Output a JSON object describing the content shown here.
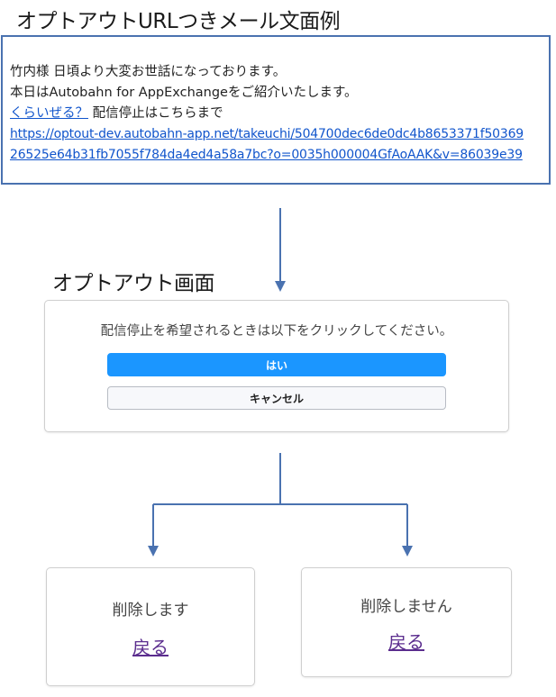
{
  "email_section": {
    "heading": "オプトアウトURLつきメール文面例",
    "greeting": "竹内様 日頃より大変お世話になっております。",
    "intro": "本日はAutobahn for AppExchangeをご紹介いたします。",
    "link_text": "くらいぜる？",
    "stop_text": " 配信停止はこちらまで",
    "url_line1": "https://optout-dev.autobahn-app.net/takeuchi/504700dec6de0dc4b8653371f50369",
    "url_line2": "26525e64b31fb7055f784da4ed4a58a7bc?o=0035h000004GfAoAAK&v=86039e39"
  },
  "optout_section": {
    "heading": "オプトアウト画面",
    "message": "配信停止を希望されるときは以下をクリックしてください。",
    "yes_label": "はい",
    "cancel_label": "キャンセル"
  },
  "results": {
    "delete_text": "削除します",
    "delete_link": "戻る",
    "keep_text": "削除しません",
    "keep_link": "戻る"
  },
  "colors": {
    "border_blue": "#4a72b0",
    "arrow_blue": "#4a72b0",
    "primary_button": "#1b96ff",
    "link_blue": "#1155cc",
    "visited_link": "#5b2d8e"
  }
}
